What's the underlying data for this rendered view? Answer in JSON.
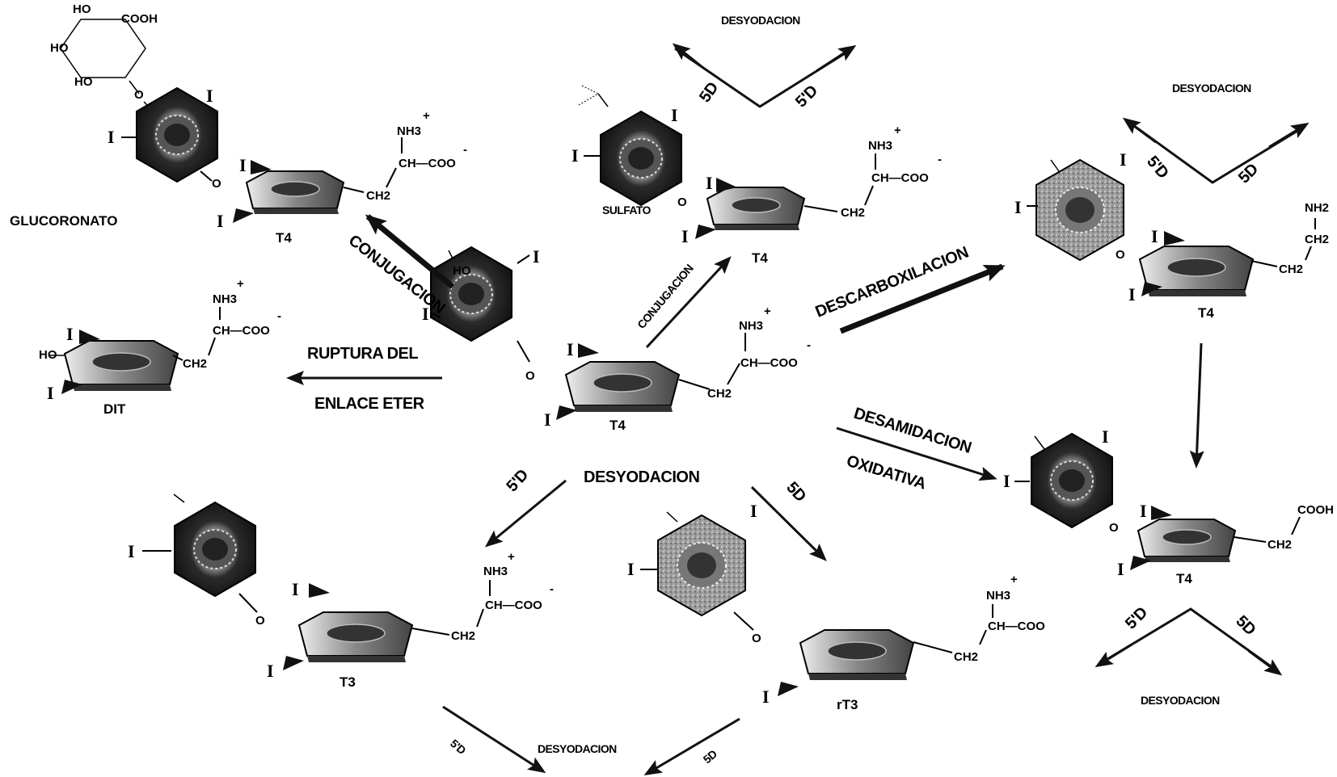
{
  "labels": {
    "glucoronato": "GLUCORONATO",
    "t4_center": "T4",
    "t4_glucuronide": "T4",
    "t4_sulfate": "T4",
    "t4_decarbox": "T4",
    "t4_deamination": "T4",
    "t3": "T3",
    "rt3": "rT3",
    "dit": "DIT",
    "sulfato": "SULFATO",
    "conjugacion_left": "CONJUGACION",
    "conjugacion_up": "CONJUGACION",
    "ruptura_line1": "RUPTURA DEL",
    "ruptura_line2": "ENLACE ETER",
    "descarboxilacion": "DESCARBOXILACION",
    "desamidacion_line1": "DESAMIDACION",
    "desamidacion_line2": "OXIDATIVA",
    "desyodacion_center": "DESYODACION",
    "desyodacion_top": "DESYODACION",
    "desyodacion_topright": "DESYODACION",
    "desyodacion_bottomright": "DESYODACION",
    "desyodacion_bottom": "DESYODACION",
    "d5p_a": "5'D",
    "d5_a": "5D",
    "d5p_top": "5'D",
    "d5_top": "5D",
    "d5p_tr": "5'D",
    "d5_tr": "5D",
    "d5p_br": "5'D",
    "d5_br": "5D",
    "d5p_bottom": "5'D",
    "d5_bottom": "5D"
  },
  "chem": {
    "nh3": "NH3",
    "plus": "+",
    "minus": "-",
    "ch_coo": "CH—COO",
    "ch2": "CH2",
    "ch": "CH",
    "nh2": "NH2",
    "cooh": "COOH",
    "iodine": "I",
    "oxygen": "O",
    "ho": "HO",
    "ho_sugar_1": "HO",
    "ho_sugar_2": "HO",
    "ho_sugar_3": "HO",
    "cooh_sugar": "COOH"
  }
}
